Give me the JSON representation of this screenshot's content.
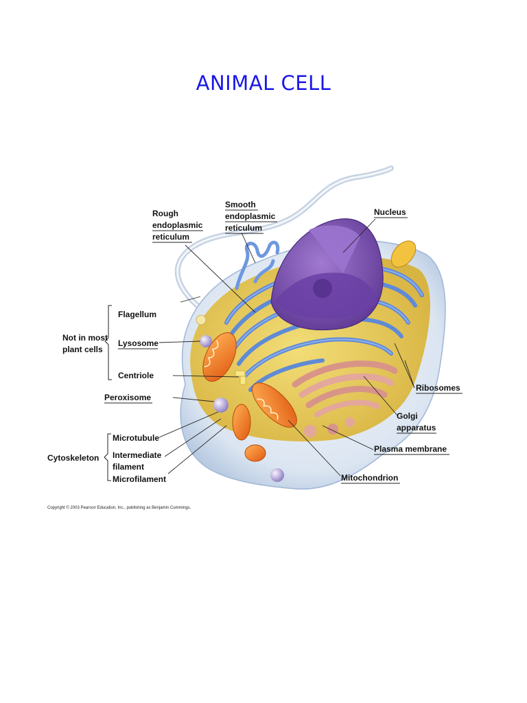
{
  "title": "ANIMAL CELL",
  "labels": {
    "rough_er": [
      "Rough",
      "endoplasmic",
      "reticulum"
    ],
    "smooth_er": [
      "Smooth",
      "endoplasmic",
      "reticulum"
    ],
    "nucleus": "Nucleus",
    "flagellum": "Flagellum",
    "lysosome": "Lysosome",
    "centriole": "Centriole",
    "not_in_most": [
      "Not in most",
      "plant cells"
    ],
    "peroxisome": "Peroxisome",
    "microtubule": "Microtubule",
    "intermediate_filament": [
      "Intermediate",
      "filament"
    ],
    "microfilament": "Microfilament",
    "cytoskeleton": "Cytoskeleton",
    "ribosomes": "Ribosomes",
    "golgi": [
      "Golgi",
      "apparatus"
    ],
    "plasma_membrane": "Plasma membrane",
    "mitochondrion": "Mitochondrion"
  },
  "copyright": "Copyright © 2003 Pearson Education, Inc., publishing as Benjamin Cummings.",
  "colors": {
    "title": "#1a17e8",
    "membrane": "#dfe8f3",
    "cytoplasm": "#e6c94a",
    "er": "#5f8ad6",
    "nucleus": "#7a4fb0",
    "golgi": "#d99488",
    "mitochondria": "#ef7f22"
  }
}
